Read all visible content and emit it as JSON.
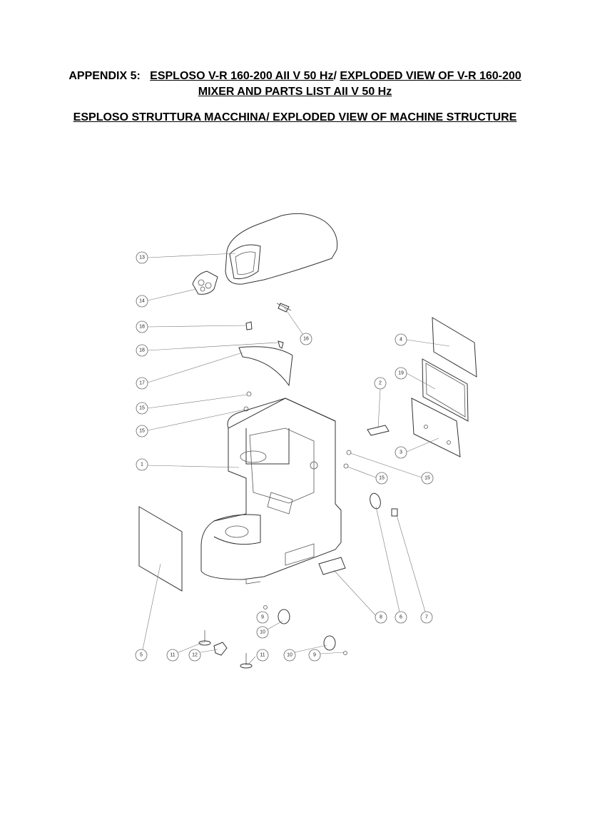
{
  "heading": {
    "line1_prefix": "APPENDIX 5:",
    "line1_part_a": "ESPLOSO V-R 160-200 AII V 50 Hz",
    "line1_sep": "/",
    "line1_part_b": "EXPLODED VIEW OF V-R 160-200",
    "line2": "MIXER AND PARTS LIST AII V 50 Hz"
  },
  "subheading": "ESPLOSO STRUTTURA MACCHINA/ EXPLODED VIEW OF MACHINE STRUCTURE",
  "callouts": {
    "c13": "13",
    "c14": "14",
    "c18a": "18",
    "c18b": "18",
    "c16": "16",
    "c17": "17",
    "c15a": "15",
    "c15b": "15",
    "c1": "1",
    "c4": "4",
    "c19": "19",
    "c2": "2",
    "c3": "3",
    "c15c": "15",
    "c15d": "15",
    "c5": "5",
    "c8": "8",
    "c6": "6",
    "c7": "7",
    "c9a": "9",
    "c10a": "10",
    "c11a": "11",
    "c12": "12",
    "c11b": "11",
    "c10b": "10",
    "c9b": "9"
  }
}
